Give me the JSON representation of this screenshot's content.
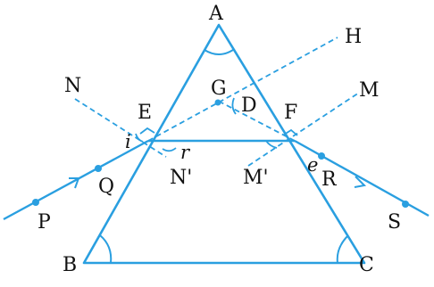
{
  "colors": {
    "prism": "#2a9fe0",
    "ray": "#2a9fe0",
    "normal": "#2a9fe0",
    "point": "#2a9fe0",
    "text": "#111111"
  },
  "labels": {
    "A": "A",
    "B": "B",
    "C": "C",
    "D": "D",
    "E": "E",
    "F": "F",
    "G": "G",
    "H": "H",
    "M": "M",
    "N": "N",
    "N_prime": "N'",
    "M_prime": "M'",
    "P": "P",
    "Q": "Q",
    "R": "R",
    "S": "S",
    "i": "i",
    "r": "r",
    "e": "e"
  }
}
